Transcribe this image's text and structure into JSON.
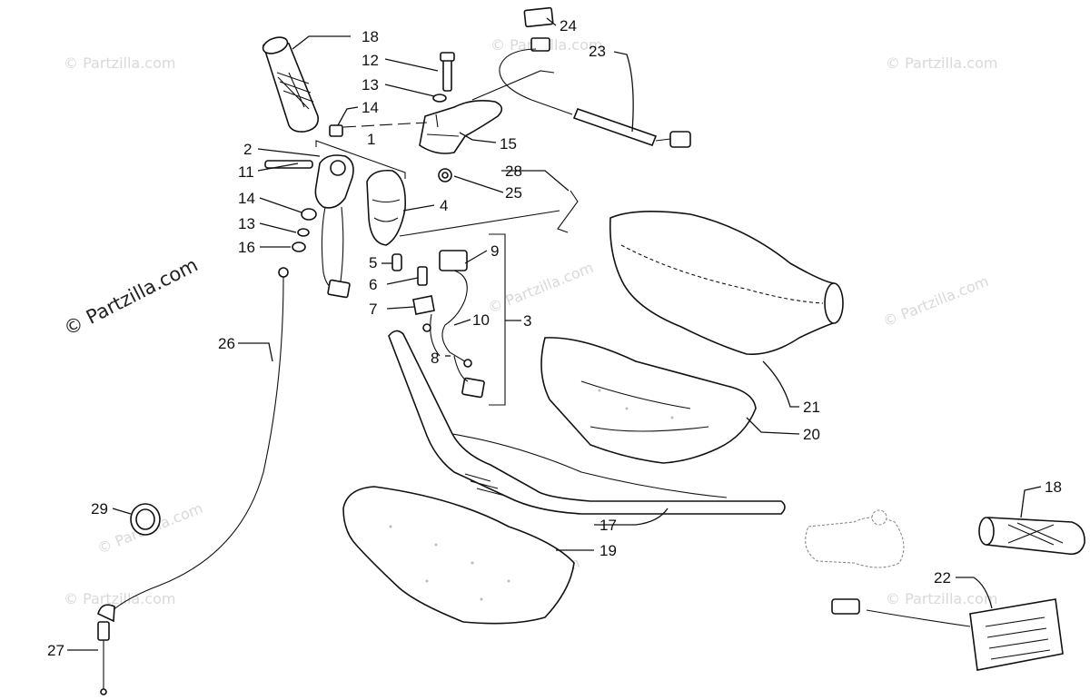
{
  "diagram": {
    "watermarks": [
      "© Partzilla.com"
    ],
    "callouts": [
      {
        "id": "c1",
        "label": "1"
      },
      {
        "id": "c2",
        "label": "2"
      },
      {
        "id": "c3",
        "label": "3"
      },
      {
        "id": "c4",
        "label": "4"
      },
      {
        "id": "c5",
        "label": "5"
      },
      {
        "id": "c6",
        "label": "6"
      },
      {
        "id": "c7",
        "label": "7"
      },
      {
        "id": "c8",
        "label": "8"
      },
      {
        "id": "c9",
        "label": "9"
      },
      {
        "id": "c10",
        "label": "10"
      },
      {
        "id": "c11",
        "label": "11"
      },
      {
        "id": "c12",
        "label": "12"
      },
      {
        "id": "c13a",
        "label": "13"
      },
      {
        "id": "c13b",
        "label": "13"
      },
      {
        "id": "c14a",
        "label": "14"
      },
      {
        "id": "c14b",
        "label": "14"
      },
      {
        "id": "c15",
        "label": "15"
      },
      {
        "id": "c16",
        "label": "16"
      },
      {
        "id": "c17",
        "label": "17"
      },
      {
        "id": "c18a",
        "label": "18"
      },
      {
        "id": "c18b",
        "label": "18"
      },
      {
        "id": "c19",
        "label": "19"
      },
      {
        "id": "c20",
        "label": "20"
      },
      {
        "id": "c21",
        "label": "21"
      },
      {
        "id": "c22",
        "label": "22"
      },
      {
        "id": "c23",
        "label": "23"
      },
      {
        "id": "c24",
        "label": "24"
      },
      {
        "id": "c25",
        "label": "25"
      },
      {
        "id": "c26",
        "label": "26"
      },
      {
        "id": "c27",
        "label": "27"
      },
      {
        "id": "c28",
        "label": "28"
      },
      {
        "id": "c29",
        "label": "29"
      }
    ]
  }
}
